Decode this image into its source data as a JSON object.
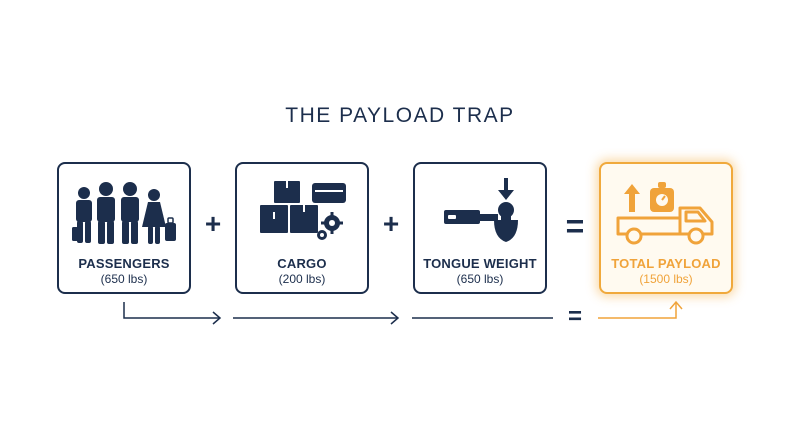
{
  "title": "THE PAYLOAD TRAP",
  "cards": [
    {
      "label": "PASSENGERS",
      "value": "(650 lbs)",
      "icon": "passengers-icon"
    },
    {
      "label": "CARGO",
      "value": "(200 lbs)",
      "icon": "cargo-boxes-icon"
    },
    {
      "label": "TONGUE WEIGHT",
      "value": "(650 lbs)",
      "icon": "trailer-hitch-icon"
    },
    {
      "label": "TOTAL PAYLOAD",
      "value": "(1500 lbs)",
      "icon": "truck-scale-icon"
    }
  ],
  "operators": {
    "plus": "+",
    "equals": "="
  },
  "colors": {
    "navy": "#1c2e4c",
    "orange": "#f0a33a"
  }
}
